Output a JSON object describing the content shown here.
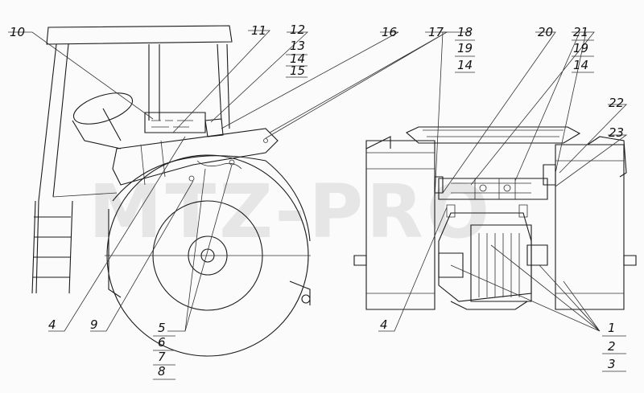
{
  "watermark": "MTZ-PRO",
  "left_view": {
    "labels": {
      "l10": "10",
      "l11": "11",
      "l12": "12",
      "l13": "13",
      "l14": "14",
      "l15": "15",
      "l16": "16",
      "l17": "17",
      "l4": "4",
      "l9": "9",
      "l5": "5",
      "l6": "6",
      "l7": "7",
      "l8": "8"
    }
  },
  "right_view": {
    "labels": {
      "r18": "18",
      "r19a": "19",
      "r14a": "14",
      "r20": "20",
      "r21": "21",
      "r19b": "19",
      "r14b": "14",
      "r22": "22",
      "r23": "23",
      "r4": "4",
      "r1": "1",
      "r2": "2",
      "r3": "3"
    }
  }
}
